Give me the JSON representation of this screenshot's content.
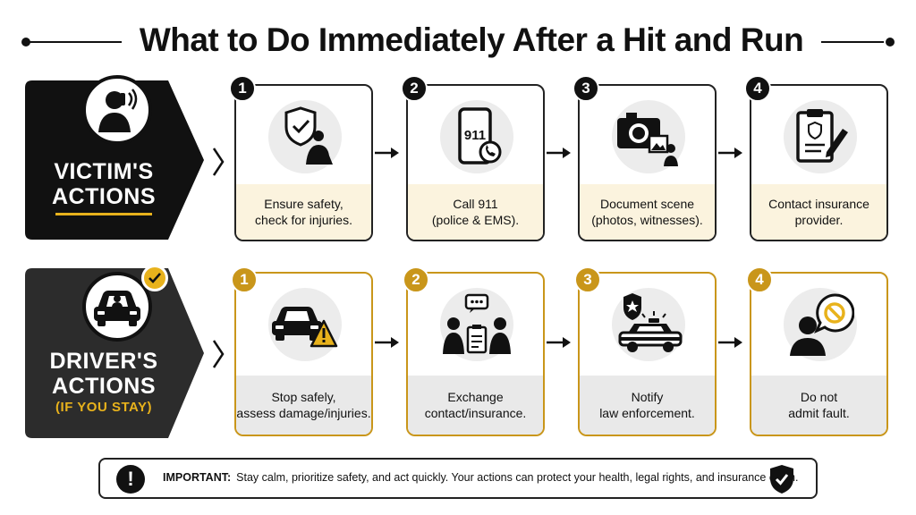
{
  "title": "What to Do Immediately After a Hit and Run",
  "victim": {
    "role_line1": "VICTIM'S",
    "role_line2": "ACTIONS",
    "avatar_icon": "person-phone-icon",
    "steps": [
      {
        "number": "1",
        "line1": "Ensure safety,",
        "line2": "check for injuries.",
        "icon": "shield-person-icon"
      },
      {
        "number": "2",
        "line1": "Call 911",
        "line2": "(police & EMS).",
        "icon": "phone-911-icon"
      },
      {
        "number": "3",
        "line1": "Document scene",
        "line2": "(photos, witnesses).",
        "icon": "camera-icon"
      },
      {
        "number": "4",
        "line1": "Contact insurance",
        "line2": "provider.",
        "icon": "clipboard-pen-icon"
      }
    ]
  },
  "driver": {
    "role_line1": "DRIVER'S",
    "role_line2": "ACTIONS",
    "role_sub": "(IF YOU STAY)",
    "avatar_icon": "car-driver-icon",
    "steps": [
      {
        "number": "1",
        "line1": "Stop safely,",
        "line2": "assess damage/injuries.",
        "icon": "car-warning-icon"
      },
      {
        "number": "2",
        "line1": "Exchange",
        "line2": "contact/insurance.",
        "icon": "people-exchange-icon"
      },
      {
        "number": "3",
        "line1": "Notify",
        "line2": "law enforcement.",
        "icon": "police-car-badge-icon"
      },
      {
        "number": "4",
        "line1": "Do not",
        "line2": "admit fault.",
        "icon": "person-no-icon"
      }
    ]
  },
  "important": {
    "label": "IMPORTANT:",
    "text": "Stay calm, prioritize safety, and act quickly. Your actions can protect your health, legal rights, and insurance claim."
  },
  "colors": {
    "dark": "#111111",
    "gold": "#c9961a",
    "accent": "#e8b21c",
    "victim_text_bg": "#fbf3de",
    "driver_text_bg": "#e9e9e9"
  }
}
